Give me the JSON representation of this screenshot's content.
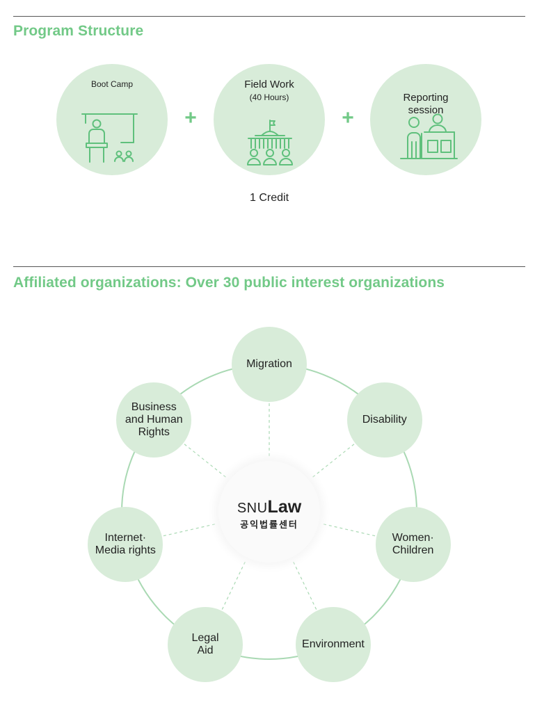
{
  "program": {
    "title": "Program Structure",
    "steps": [
      {
        "label": "Boot Camp",
        "sub": "",
        "icon": "teacher-lecture-icon"
      },
      {
        "label": "Field Work",
        "sub": "(40 Hours)",
        "icon": "institution-group-icon"
      },
      {
        "label": "Reporting\nsession",
        "sub": "",
        "icon": "presentation-desk-icon"
      }
    ],
    "plus_symbol": "+",
    "credit": "1 Credit"
  },
  "affiliated": {
    "title": "Affiliated organizations: Over 30 public interest organizations",
    "center": {
      "brand_prefix": "SNU",
      "brand_main": "Law",
      "subtitle": "공익법률센터"
    },
    "nodes": [
      "Migration",
      "Disability",
      "Women·\nChildren",
      "Environment",
      "Legal\nAid",
      "Internet·\nMedia rights",
      "Business\nand Human\nRights"
    ]
  },
  "colors": {
    "accent": "#72c987",
    "circle_fill": "#d8ecd9",
    "icon_stroke": "#5fc07c",
    "connector": "#a9d9b3",
    "text": "#222222"
  }
}
